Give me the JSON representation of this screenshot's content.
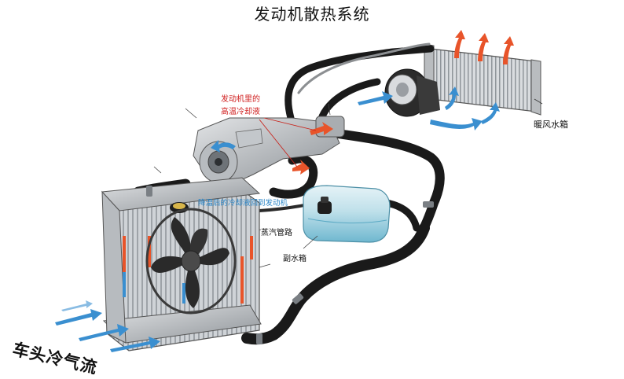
{
  "title": "发动机散热系统",
  "labels": {
    "hot_coolant_line1": "发动机里的",
    "hot_coolant_line2": "高温冷却液",
    "cooled_coolant": "降温后的冷却液回到发动机",
    "steam_pipe": "蒸汽管路",
    "expansion_tank": "副水箱",
    "heater_core": "暖风水箱",
    "vehicle_airflow": "车头冷气流"
  },
  "colors": {
    "hot": "#e8542a",
    "cool": "#3a8fd0",
    "hose": "#1a1a1a",
    "coolant_tank": "#7fc4d8"
  }
}
